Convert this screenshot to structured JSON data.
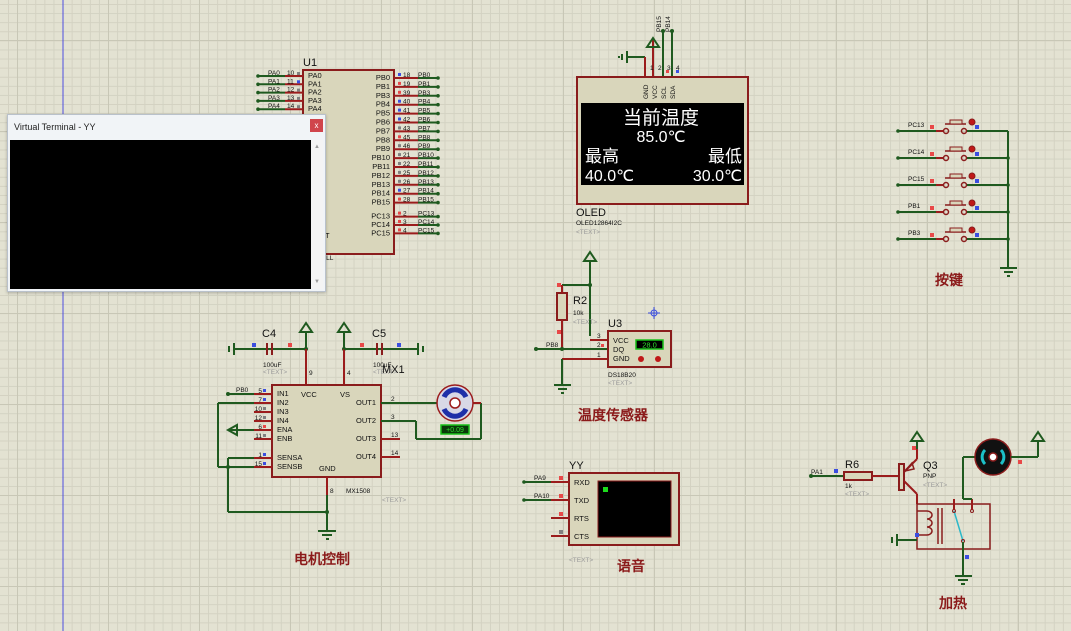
{
  "window": {
    "terminal_title": "Virtual Terminal - YY",
    "close_label": "x"
  },
  "u1": {
    "ref": "U1",
    "part_suffix": "PILL",
    "left_pins": [
      {
        "net": "PA0",
        "num": "10",
        "name": "PA0"
      },
      {
        "net": "PA1",
        "num": "11",
        "name": "PA1"
      },
      {
        "net": "PA2",
        "num": "12",
        "name": "PA2"
      },
      {
        "net": "PA3",
        "num": "13",
        "name": "PA3"
      },
      {
        "net": "PA4",
        "num": "14",
        "name": "PA4"
      }
    ],
    "left_partial": "ET",
    "right_pins": [
      {
        "name": "PB0",
        "num": "18",
        "net": "PB0"
      },
      {
        "name": "PB1",
        "num": "19",
        "net": "PB1"
      },
      {
        "name": "PB3",
        "num": "39",
        "net": "PB3"
      },
      {
        "name": "PB4",
        "num": "40",
        "net": "PB4"
      },
      {
        "name": "PB5",
        "num": "41",
        "net": "PB5"
      },
      {
        "name": "PB6",
        "num": "42",
        "net": "PB6"
      },
      {
        "name": "PB7",
        "num": "43",
        "net": "PB7"
      },
      {
        "name": "PB8",
        "num": "45",
        "net": "PB8"
      },
      {
        "name": "PB9",
        "num": "46",
        "net": "PB9"
      },
      {
        "name": "PB10",
        "num": "21",
        "net": "PB10"
      },
      {
        "name": "PB11",
        "num": "22",
        "net": "PB11"
      },
      {
        "name": "PB12",
        "num": "25",
        "net": "PB12"
      },
      {
        "name": "PB13",
        "num": "26",
        "net": "PB13"
      },
      {
        "name": "PB14",
        "num": "27",
        "net": "PB14"
      },
      {
        "name": "PB15",
        "num": "28",
        "net": "PB15"
      },
      {
        "name": "PC13",
        "num": "2",
        "net": "PC13"
      },
      {
        "name": "PC14",
        "num": "3",
        "net": "PC14"
      },
      {
        "name": "PC15",
        "num": "4",
        "net": "PC15"
      }
    ]
  },
  "oled": {
    "ref": "OLED",
    "part": "OLED12864I2C",
    "text_placeholder": "<TEXT>",
    "pins": [
      {
        "num": "1",
        "name": "GND"
      },
      {
        "num": "2",
        "name": "VCC"
      },
      {
        "num": "3",
        "name": "SCL",
        "net": "PB15"
      },
      {
        "num": "4",
        "name": "SDA",
        "net": "PB14"
      }
    ],
    "display": {
      "line1": "当前温度",
      "line2": "85.0℃",
      "left_label": "最高",
      "right_label": "最低",
      "left_value": "40.0℃",
      "right_value": "30.0℃"
    }
  },
  "buttons": {
    "title": "按键",
    "items": [
      {
        "net": "PC13"
      },
      {
        "net": "PC14"
      },
      {
        "net": "PC15"
      },
      {
        "net": "PB1"
      },
      {
        "net": "PB3"
      }
    ]
  },
  "sensor": {
    "title": "温度传感器",
    "resistor_ref": "R2",
    "resistor_value": "10k",
    "ref": "U3",
    "part": "DS18B20",
    "net": "PB8",
    "reading": "28.0",
    "text_placeholder": "<TEXT>",
    "pins": [
      {
        "num": "3",
        "name": "VCC"
      },
      {
        "num": "2",
        "name": "DQ"
      },
      {
        "num": "1",
        "name": "GND"
      }
    ]
  },
  "motor": {
    "title": "电机控制",
    "ref": "MX1",
    "part": "MX1508",
    "text_placeholder": "<TEXT>",
    "c4": {
      "ref": "C4",
      "value": "100uF"
    },
    "c5": {
      "ref": "C5",
      "value": "100uF"
    },
    "net": "PB0",
    "motor_reading": "+0.09",
    "top_pins": [
      {
        "num": "9",
        "name": "VCC"
      },
      {
        "num": "4",
        "name": "VS"
      }
    ],
    "left_pins": [
      {
        "num": "5",
        "name": "IN1"
      },
      {
        "num": "7",
        "name": "IN2"
      },
      {
        "num": "10",
        "name": "IN3"
      },
      {
        "num": "12",
        "name": "IN4"
      },
      {
        "num": "6",
        "name": "ENA"
      },
      {
        "num": "11",
        "name": "ENB"
      },
      {
        "num": "1",
        "name": "SENSA"
      },
      {
        "num": "15",
        "name": "SENSB"
      }
    ],
    "right_pins": [
      {
        "num": "2",
        "name": "OUT1"
      },
      {
        "num": "3",
        "name": "OUT2"
      },
      {
        "num": "13",
        "name": "OUT3"
      },
      {
        "num": "14",
        "name": "OUT4"
      }
    ],
    "gnd_pin": {
      "num": "8",
      "name": "GND"
    }
  },
  "voice": {
    "title": "语音",
    "ref": "YY",
    "text_placeholder": "<TEXT>",
    "pins": [
      {
        "name": "RXD",
        "net": "PA9"
      },
      {
        "name": "TXD",
        "net": "PA10"
      },
      {
        "name": "RTS"
      },
      {
        "name": "CTS"
      }
    ]
  },
  "heater": {
    "title": "加热",
    "resistor_ref": "R6",
    "resistor_value": "1k",
    "transistor_ref": "Q3",
    "transistor_type": "PNP",
    "net": "PA1",
    "text_placeholder": "<TEXT>"
  }
}
